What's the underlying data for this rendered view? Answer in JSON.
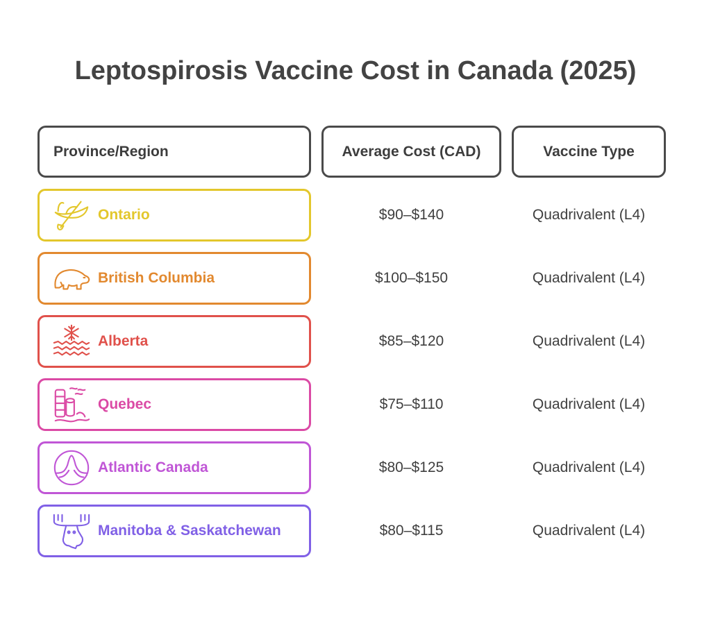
{
  "title": "Leptospirosis Vaccine Cost in Canada (2025)",
  "headers": {
    "province": "Province/Region",
    "cost": "Average Cost (CAD)",
    "type": "Vaccine Type"
  },
  "rows": [
    {
      "region": "Ontario",
      "cost": "$90–$140",
      "type": "Quadrivalent (L4)",
      "color": "#e3c72c",
      "icon": "canoe-icon"
    },
    {
      "region": "British Columbia",
      "cost": "$100–$150",
      "type": "Quadrivalent (L4)",
      "color": "#e2892f",
      "icon": "bear-icon"
    },
    {
      "region": "Alberta",
      "cost": "$85–$120",
      "type": "Quadrivalent (L4)",
      "color": "#e0514b",
      "icon": "snowflake-icon"
    },
    {
      "region": "Quebec",
      "cost": "$75–$110",
      "type": "Quadrivalent (L4)",
      "color": "#db4aa5",
      "icon": "tree-stump-icon"
    },
    {
      "region": "Atlantic Canada",
      "cost": "$80–$125",
      "type": "Quadrivalent (L4)",
      "color": "#c056d6",
      "icon": "wave-icon"
    },
    {
      "region": "Manitoba & Saskatchewan",
      "cost": "$80–$115",
      "type": "Quadrivalent (L4)",
      "color": "#8060e6",
      "icon": "moose-icon"
    }
  ]
}
